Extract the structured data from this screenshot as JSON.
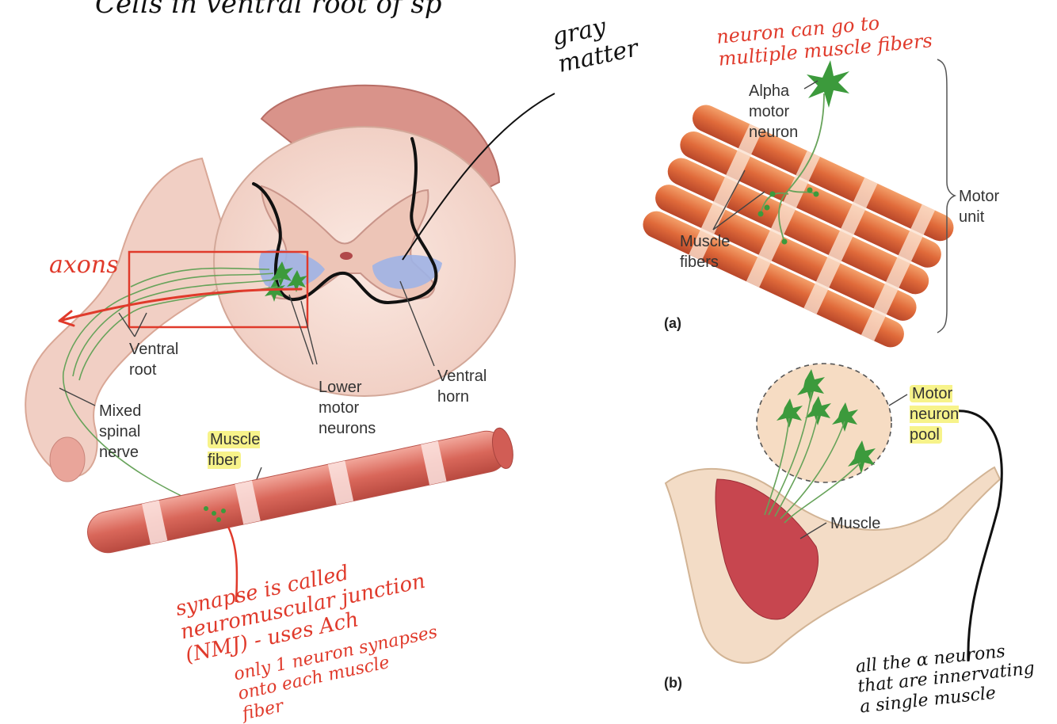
{
  "top_note": "Cells in ventral root of sp",
  "left_diagram": {
    "labels": {
      "ventral_root": "Ventral\nroot",
      "mixed_spinal_nerve": "Mixed\nspinal\nnerve",
      "lower_motor_neurons": "Lower\nmotor\nneurons",
      "ventral_horn": "Ventral\nhorn",
      "muscle_fiber": "Muscle\nfiber"
    },
    "annotations": {
      "axons": "axons",
      "gray_matter": "gray\nmatter",
      "synapse_note": "synapse is called\nneuromuscular junction\n(NMJ) - uses Ach",
      "only_one_note": "only 1 neuron synapses\nonto each muscle\nfiber"
    }
  },
  "panel_a": {
    "tag": "(a)",
    "labels": {
      "alpha_motor_neuron": "Alpha\nmotor\nneuron",
      "muscle_fibers": "Muscle\nfibers",
      "motor_unit": "Motor\nunit"
    },
    "annotation": "neuron can go to\nmultiple muscle fibers"
  },
  "panel_b": {
    "tag": "(b)",
    "labels": {
      "motor_neuron_pool": "Motor\nneuron\npool",
      "muscle": "Muscle"
    },
    "annotation": "all the α neurons\nthat are innervating\na single muscle"
  },
  "colors": {
    "annotation_red": "#e03a2b",
    "highlight": "#f7f38a",
    "neuron_green": "#3c9a3c",
    "muscle_red": "#e06b57",
    "ventral_horn_blue": "#9fb2e6"
  }
}
